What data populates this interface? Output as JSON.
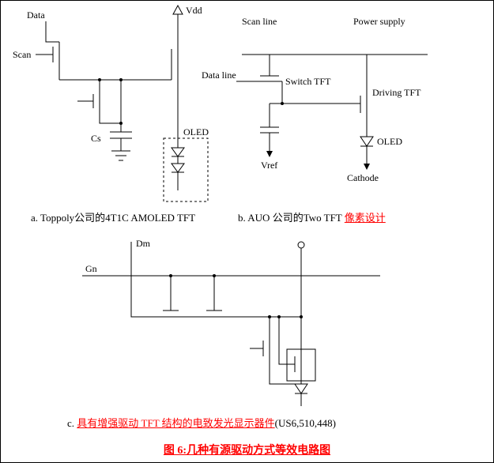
{
  "colors": {
    "accent_red": "#ff0000",
    "line": "#000000",
    "background": "#ffffff"
  },
  "circuit_a": {
    "labels": {
      "data": "Data",
      "scan": "Scan",
      "vdd": "Vdd",
      "cs": "Cs",
      "oled": "OLED"
    },
    "caption": "a. Toppoly公司的4T1C AMOLED TFT"
  },
  "circuit_b": {
    "labels": {
      "scan_line": "Scan line",
      "power_supply": "Power supply",
      "data_line": "Data line",
      "switch_tft": "Switch TFT",
      "driving_tft": "Driving TFT",
      "oled": "OLED",
      "vref": "Vref",
      "cathode": "Cathode"
    },
    "caption_prefix": "b. AUO 公司的Two TFT ",
    "caption_highlight": "像素设计"
  },
  "circuit_c": {
    "labels": {
      "dm": "Dm",
      "gn": "Gn"
    },
    "caption_prefix": "c. ",
    "caption_highlight": "具有增强驱动 TFT 结构的电致发光显示器件",
    "caption_suffix": "(US6,510,448)"
  },
  "figure_title": "图 6:几种有源驱动方式等效电路图"
}
